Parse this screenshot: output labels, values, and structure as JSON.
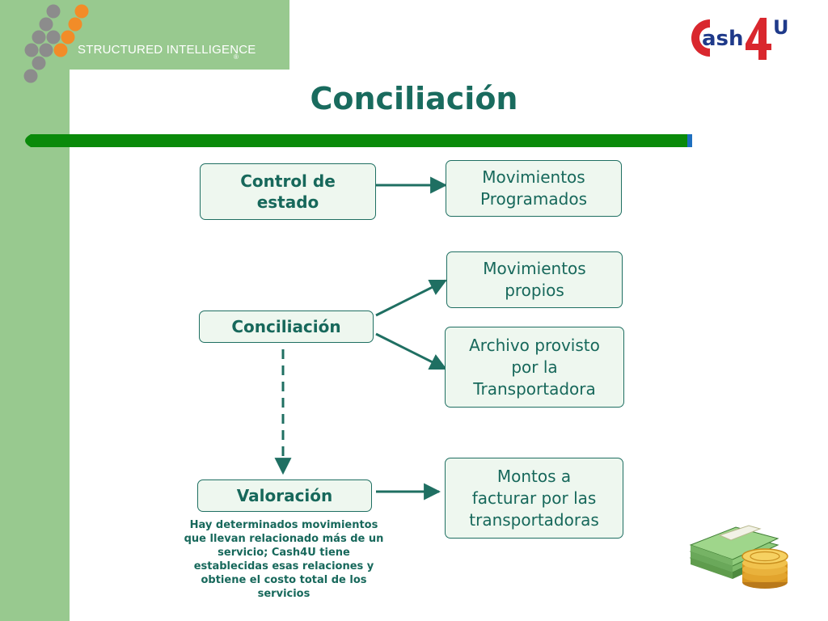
{
  "header": {
    "company_name": "STRUCTURED INTELLIGENCE",
    "registered_mark": "®",
    "brand_logo": "Cash4U"
  },
  "slide": {
    "title": "Conciliación"
  },
  "diagram": {
    "nodes": {
      "control_estado": "Control de\nestado",
      "movimientos_programados": "Movimientos\nProgramados",
      "conciliacion": "Conciliación",
      "movimientos_propios": "Movimientos\npropios",
      "archivo_transportadora": "Archivo provisto\npor la\nTransportadora",
      "valoracion": "Valoración",
      "montos_facturar": "Montos a\nfacturar por las\ntransportadoras"
    },
    "note": "Hay determinados movimientos que llevan relacionado más de un servicio; Cash4U tiene establecidas esas relaciones y obtiene el costo total de los servicios",
    "edges": [
      {
        "from": "control_estado",
        "to": "movimientos_programados",
        "style": "solid"
      },
      {
        "from": "conciliacion",
        "to": "movimientos_propios",
        "style": "solid"
      },
      {
        "from": "conciliacion",
        "to": "archivo_transportadora",
        "style": "solid"
      },
      {
        "from": "conciliacion",
        "to": "valoracion",
        "style": "dashed"
      },
      {
        "from": "valoracion",
        "to": "montos_facturar",
        "style": "solid"
      }
    ]
  },
  "colors": {
    "accent_green": "#98c98f",
    "title_teal": "#196b5e",
    "bar_green": "#0a8a0a",
    "logo_gray": "#8c8c8c",
    "logo_orange": "#f28c28",
    "brand_red": "#d9272e"
  },
  "decorations": {
    "money_image": "money-stack-icon",
    "logo_dots": "dots-pattern-icon"
  }
}
